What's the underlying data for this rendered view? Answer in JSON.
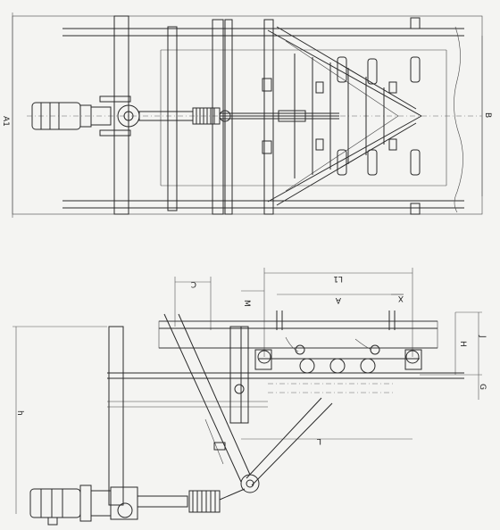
{
  "plan_view": {
    "labels": {
      "a1": "A1",
      "b": "B"
    }
  },
  "elevation_view": {
    "labels": {
      "c": "C",
      "m": "M",
      "l1": "L1",
      "a": "A",
      "x": "X",
      "j": "J",
      "h": "H",
      "g": "G",
      "l": "L",
      "h1": "h"
    }
  },
  "colors": {
    "ink": "#2a2a2a",
    "paper": "#f4f4f2"
  }
}
